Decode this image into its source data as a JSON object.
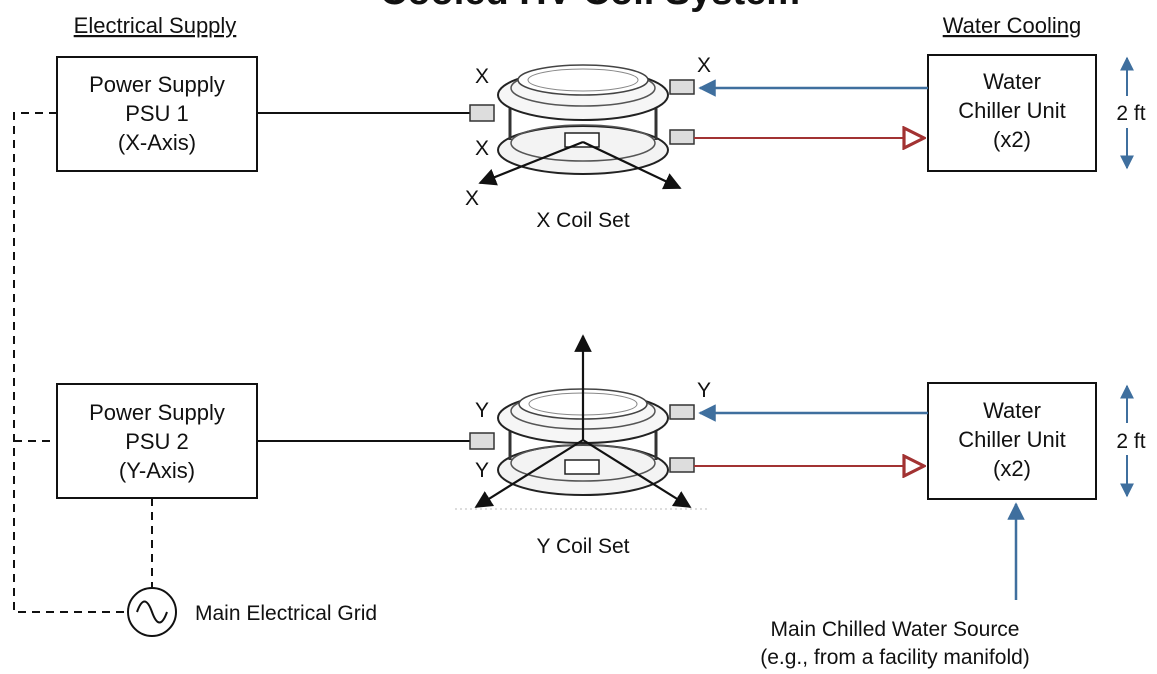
{
  "title_partial": "Cooled HV Coil System",
  "headers": {
    "electrical": "Electrical Supply",
    "cooling": "Water Cooling"
  },
  "psu1": {
    "line1": "Power Supply",
    "line2": "PSU 1",
    "line3": "(X-Axis)"
  },
  "psu2": {
    "line1": "Power Supply",
    "line2": "PSU 2",
    "line3": "(Y-Axis)"
  },
  "chiller1": {
    "line1": "Water",
    "line2": "Chiller Unit",
    "line3": "(x2)",
    "height": "2 ft"
  },
  "chiller2": {
    "line1": "Water",
    "line2": "Chiller Unit",
    "line3": "(x2)",
    "height": "2 ft"
  },
  "coil_x": {
    "label": "X Coil Set",
    "axis": "X"
  },
  "coil_y": {
    "label": "Y Coil Set",
    "axis": "Y"
  },
  "grid": {
    "label": "Main Electrical Grid"
  },
  "water_source": {
    "line1": "Main Chilled Water Source",
    "line2": "(e.g., from a facility manifold)"
  },
  "colors": {
    "supply_line": "#3f6f9e",
    "return_line": "#a23232",
    "ink": "#111111"
  }
}
